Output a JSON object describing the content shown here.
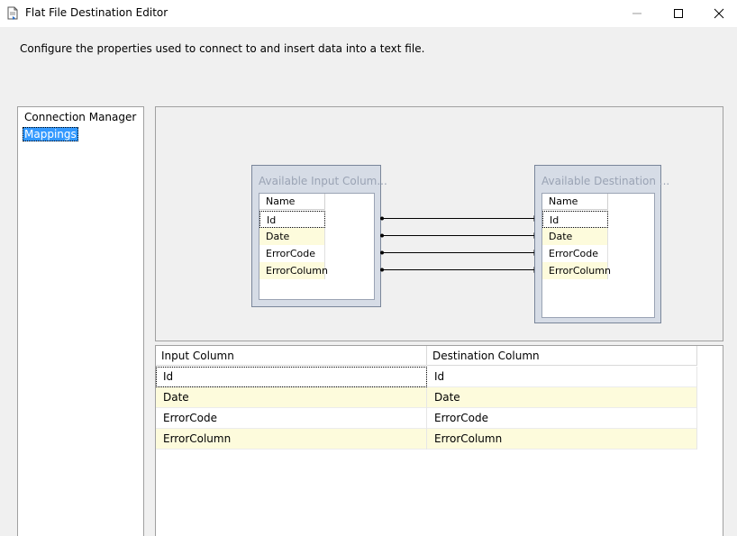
{
  "window": {
    "title": "Flat File Destination Editor",
    "icon": "flat-file-destination-icon",
    "buttons": [
      "minimize-icon",
      "maximize-icon",
      "close-icon"
    ]
  },
  "instructions": "Configure the properties used to connect to and insert data into a text file.",
  "nav": {
    "items": [
      {
        "label": "Connection Manager",
        "selected": false
      },
      {
        "label": "Mappings",
        "selected": true
      }
    ]
  },
  "mapping": {
    "input_box": {
      "title": "Available Input Colum...",
      "header": "Name",
      "columns": [
        "Id",
        "Date",
        "ErrorCode",
        "ErrorColumn"
      ]
    },
    "destination_box": {
      "title": "Available Destination ...",
      "header": "Name",
      "columns": [
        "Id",
        "Date",
        "ErrorCode",
        "ErrorColumn"
      ]
    }
  },
  "grid": {
    "headers": [
      "Input Column",
      "Destination Column"
    ],
    "rows": [
      [
        "Id",
        "Id"
      ],
      [
        "Date",
        "Date"
      ],
      [
        "ErrorCode",
        "ErrorCode"
      ],
      [
        "ErrorColumn",
        "ErrorColumn"
      ]
    ]
  },
  "colors": {
    "selection": "#3399ff",
    "alt_row": "#fdfbdc",
    "box_bg": "#d6dce6"
  }
}
